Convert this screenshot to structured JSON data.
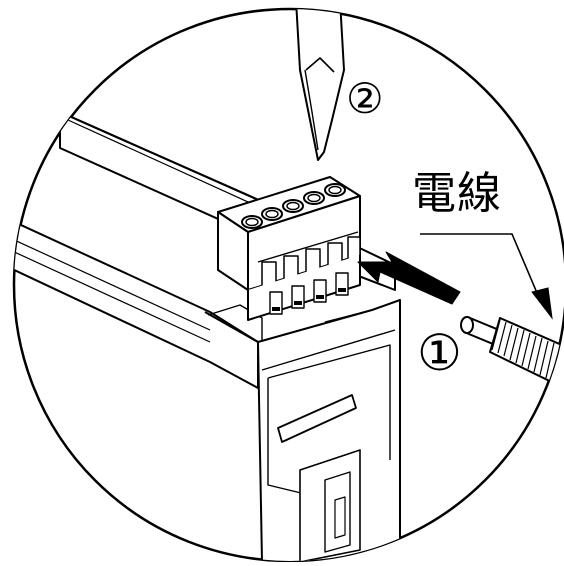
{
  "labels": {
    "step_1": "①",
    "step_2": "②",
    "wire": "電線"
  },
  "colors": {
    "line": "#000000",
    "background": "#ffffff"
  }
}
